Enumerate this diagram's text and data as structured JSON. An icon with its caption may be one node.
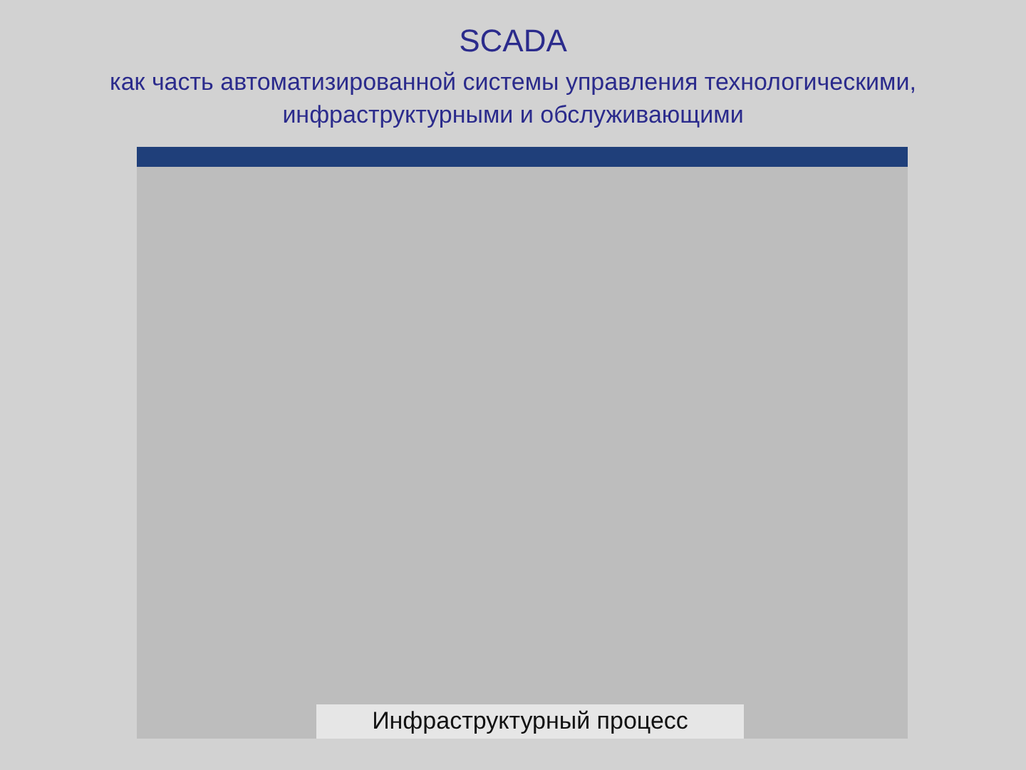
{
  "diagram": {
    "title": "SCADA",
    "labels": [
      "как часть автоматизированной системы управления технологическими, инфраструктурными и обслуживающими"
    ],
    "caption": "Инфраструктурный процесс"
  }
}
